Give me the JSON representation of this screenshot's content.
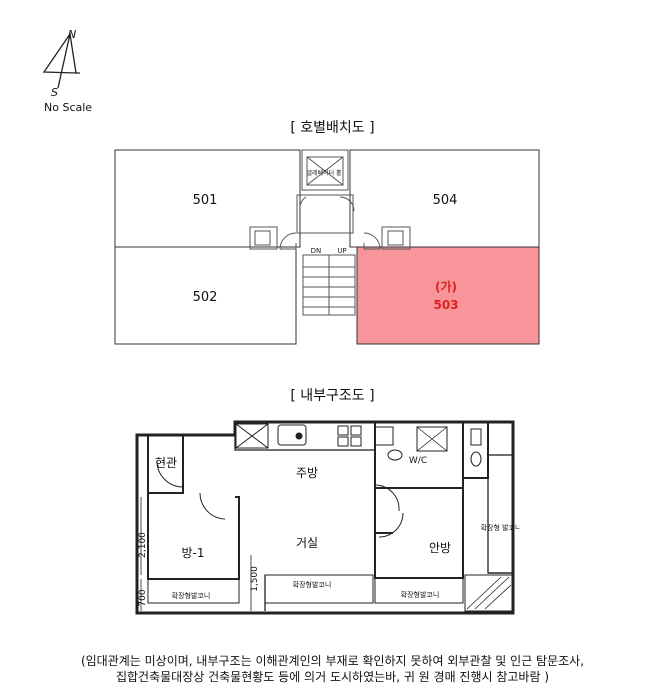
{
  "compass": {
    "north_label": "N",
    "south_label": "S",
    "scale_note": "No Scale"
  },
  "unit_plan": {
    "title": "[ 호별배치도 ]",
    "units": [
      "501",
      "504",
      "502",
      "503"
    ],
    "target_marker": "(가)",
    "core": {
      "down_label": "DN",
      "up_label": "UP",
      "shaft_label": "엘레베이터 홀"
    },
    "highlight_color": "#f7959a"
  },
  "interior_plan": {
    "title": "[ 내부구조도 ]",
    "rooms": {
      "entrance": "현관",
      "kitchen": "주방",
      "living": "거실",
      "room1": "방-1",
      "master": "안방",
      "bath": "W/C",
      "balcony_living": "확장형발코니",
      "balcony_room": "확장형발코니",
      "balcony_master": "확장형발코니",
      "balcony_side": "확장형 발코니"
    },
    "dimensions": {
      "room1_depth": "2,100",
      "balcony_depth": "700",
      "living_depth": "1,500"
    }
  },
  "note": {
    "line1": "(임대관계는 미상이며,  내부구조는 이해관계인의 부재로 확인하지 못하여 외부관찰 및 인근 탐문조사,",
    "line2": "집합건축물대장상 건축물현황도 등에 의거 도시하였는바, 귀 원 경매 진행시 참고바람 )"
  }
}
